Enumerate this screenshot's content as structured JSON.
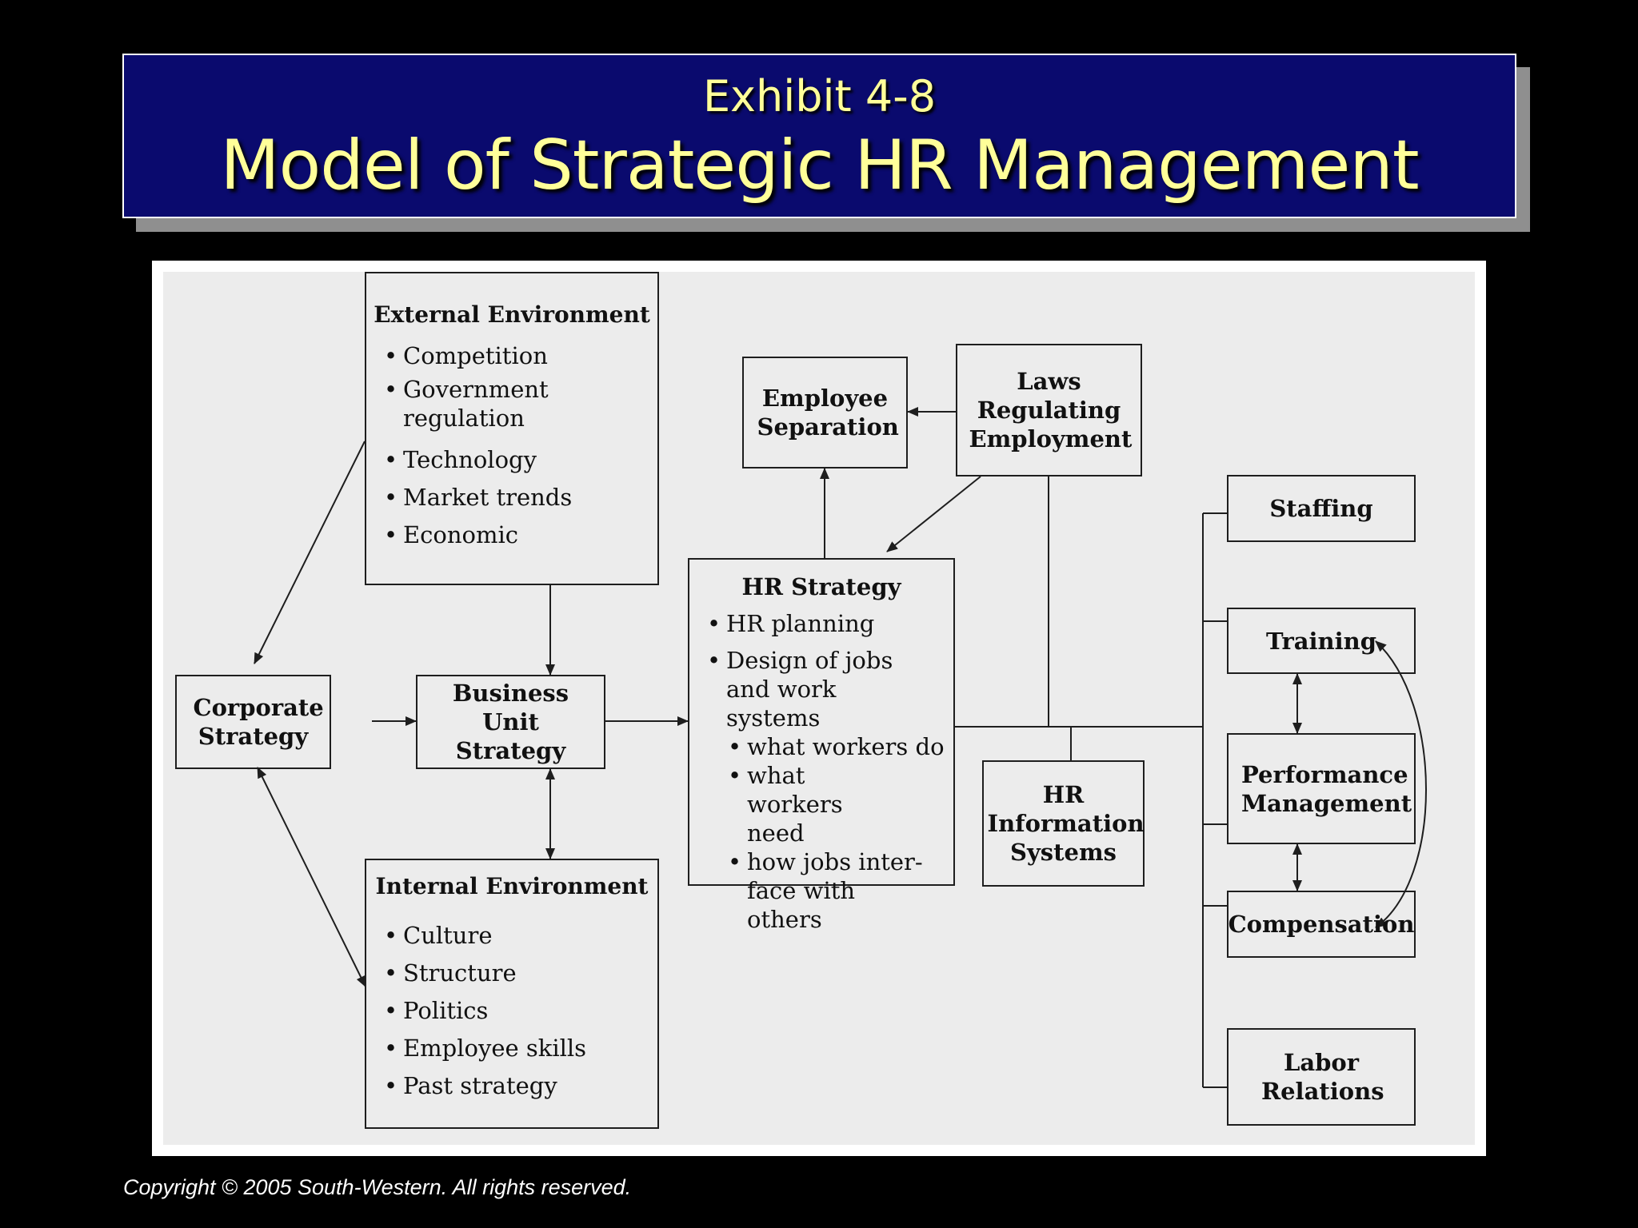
{
  "header": {
    "exhibit": "Exhibit 4-8",
    "title": "Model of Strategic HR Management"
  },
  "diagram": {
    "external_environment": {
      "title": "External Environment",
      "items": [
        "Competition",
        "Government regulation",
        "Technology",
        "Market trends",
        "Economic"
      ]
    },
    "internal_environment": {
      "title": "Internal Environment",
      "items": [
        "Culture",
        "Structure",
        "Politics",
        "Employee skills",
        "Past strategy"
      ]
    },
    "corporate_strategy": "Corporate Strategy",
    "business_unit_strategy": "Business Unit Strategy",
    "employee_separation": "Employee Separation",
    "laws": "Laws Regulating Employment",
    "hr_strategy": {
      "title": "HR Strategy",
      "items": [
        "HR planning",
        "Design of jobs and work systems"
      ],
      "sub_items": [
        "what workers do",
        "what workers need",
        "how jobs inter-face with others"
      ]
    },
    "hr_information_systems": "HR Information Systems",
    "staffing": "Staffing",
    "training": "Training",
    "performance_management": "Performance Management",
    "compensation": "Compensation",
    "labor_relations": "Labor Relations"
  },
  "footer": {
    "copyright": "Copyright © 2005 South-Western. All rights reserved."
  },
  "colors": {
    "background": "#000000",
    "title_bg": "#0a0a6e",
    "title_text": "#ffff99",
    "figure_bg": "#ececec"
  }
}
